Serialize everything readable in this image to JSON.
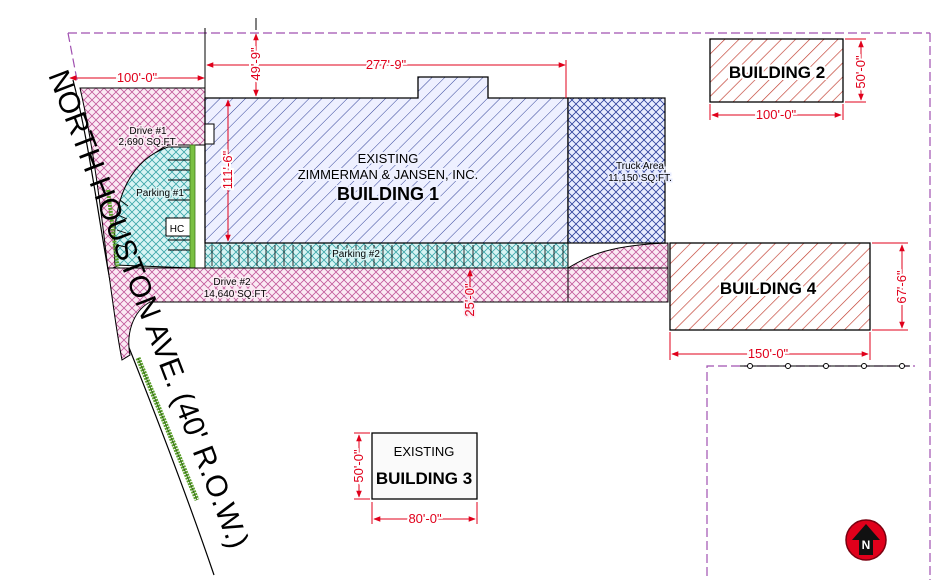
{
  "street": {
    "name": "NORTH HOUSTON AVE. (40' R.O.W.)"
  },
  "buildings": {
    "b1": {
      "line1": "EXISTING",
      "line2": "ZIMMERMAN & JANSEN, INC.",
      "line3": "BUILDING 1"
    },
    "b2": {
      "label": "BUILDING 2"
    },
    "b3": {
      "line1": "EXISTING",
      "line2": "BUILDING 3"
    },
    "b4": {
      "label": "BUILDING 4"
    }
  },
  "areas": {
    "drive1": {
      "name": "Drive #1",
      "area": "2,690 SQ.FT."
    },
    "drive2": {
      "name": "Drive #2",
      "area": "14,640 SQ.FT."
    },
    "parking1": {
      "name": "Parking #1"
    },
    "parking2": {
      "name": "Parking #2"
    },
    "hc": {
      "name": "HC"
    },
    "truck": {
      "name": "Truck Area",
      "area": "11,150 SQ.FT."
    }
  },
  "dimensions": {
    "setback_100": "100'-0\"",
    "b1_length": "277'-9\"",
    "b1_top_gap": "49'-9\"",
    "b1_depth": "111'-6\"",
    "drive_width": "25'-0\"",
    "b2_width": "100'-0\"",
    "b2_depth": "50'-0\"",
    "b4_width": "150'-0\"",
    "b4_depth": "67'-6\"",
    "b3_width": "80'-0\"",
    "b3_depth": "50'-0\""
  },
  "north": {
    "label": "N"
  },
  "colors": {
    "dimension": "#e0001b",
    "building_hatch": "#2f3f8f",
    "new_building_hatch": "#c0392b",
    "drive_hatch": "#b5478f",
    "parking_hatch": "#2a9aa0",
    "property_line": "#a050b0",
    "landscape": "#5aa02a"
  }
}
